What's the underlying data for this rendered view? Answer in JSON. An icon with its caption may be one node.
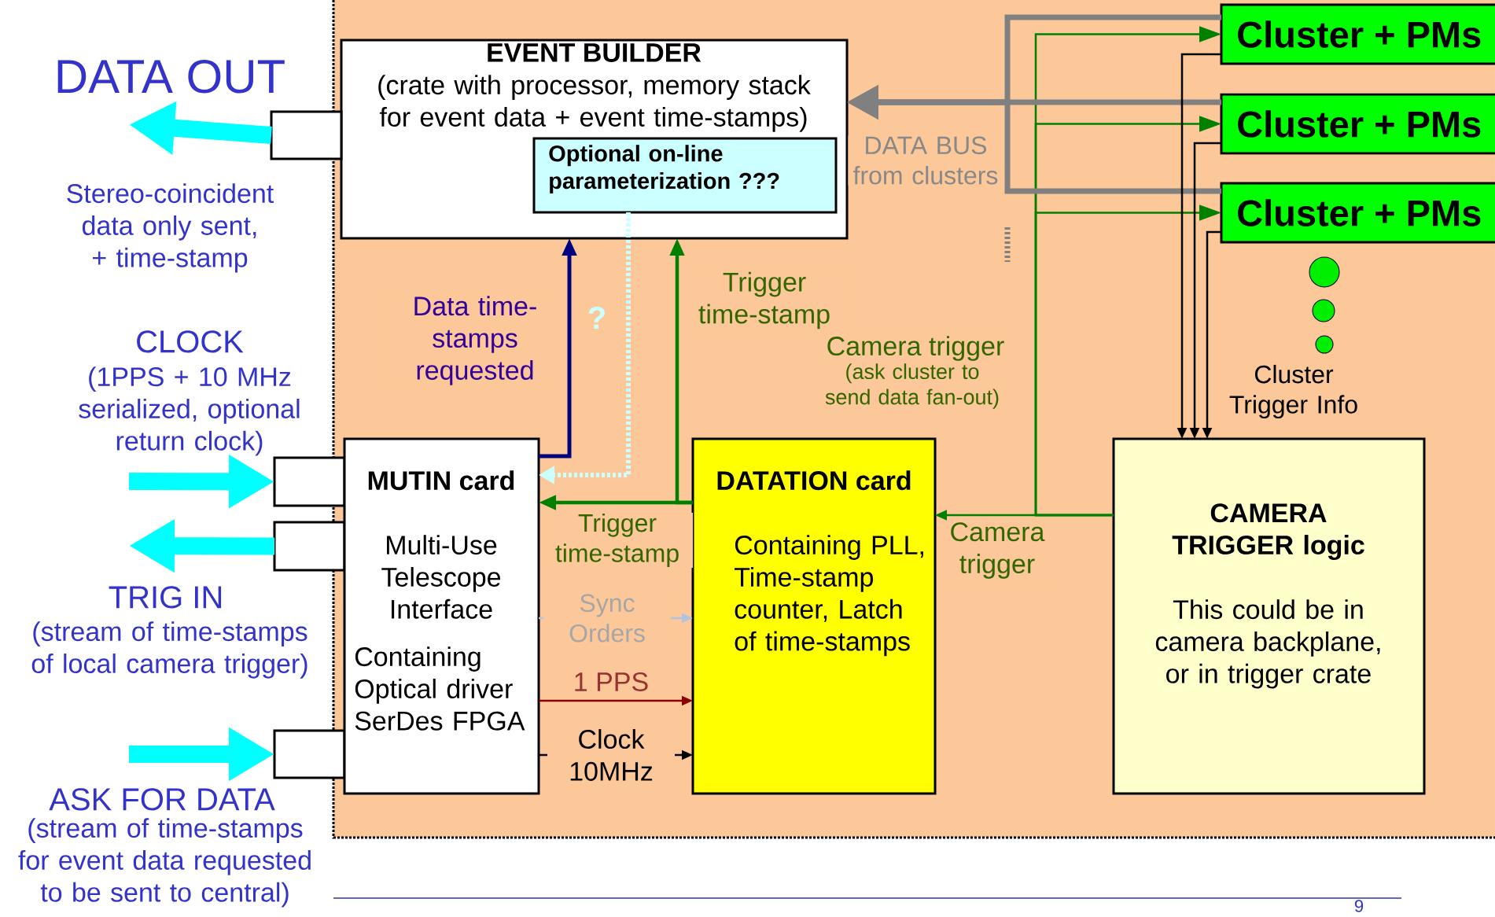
{
  "diagram": {
    "nodes": [
      {
        "text": [
          "EVENT BUILDER",
          "(crate with processor, memory stack for event data + event time-stamps)"
        ]
      },
      {
        "text": [
          "Optional on-line parameterization ???"
        ],
        "in": 0
      },
      {
        "text": [],
        "shape": "box"
      },
      {
        "text": [],
        "shape": "box"
      },
      {
        "text": [],
        "shape": "box"
      },
      {
        "text": [],
        "shape": "box"
      },
      {
        "text": [
          "MUTIN card",
          "Multi-Use Telescope Interface",
          "Containing Optical driver SerDes FPGA"
        ]
      },
      {
        "text": [
          "DATATION card",
          "Containing PLL, Time-stamp counter, Latch of time-stamps"
        ]
      },
      {
        "text": [
          "Cluster + PMs"
        ]
      },
      {
        "text": [
          "Cluster + PMs"
        ]
      },
      {
        "text": [
          "Cluster + PMs"
        ]
      },
      {
        "text": [
          "CAMERA TRIGGER logic",
          "This could be in camera backplane, or in trigger crate"
        ]
      },
      {
        "text": [
          "DATA OUT"
        ]
      }
    ],
    "edges": [
      {
        "from": 2,
        "to": 12,
        "arrow": "to",
        "style": "thick",
        "color": "#00ffff"
      },
      {
        "from": null,
        "to": 3,
        "arrow": "to",
        "style": "thick",
        "color": "#00ffff"
      },
      {
        "from": 4,
        "to": null,
        "arrow": "to",
        "style": "thick",
        "color": "#00ffff"
      },
      {
        "from": null,
        "to": 5,
        "arrow": "to",
        "style": "thick",
        "color": "#00ffff"
      },
      {
        "from": 6,
        "to": 0,
        "arrow": "to",
        "label": "Data time-stamps requested",
        "color": "#000080"
      },
      {
        "from": 1,
        "to": 6,
        "arrow": "to",
        "label": "?",
        "style": "dashed",
        "color": "#ccffff"
      },
      {
        "from": 7,
        "to": 0,
        "arrow": "to",
        "label": "Trigger time-stamp"
      },
      {
        "from": 7,
        "to": 6,
        "arrow": "to",
        "label": "Trigger time-stamp"
      },
      {
        "from": 6,
        "to": 7,
        "arrow": "to",
        "label": "Sync Orders",
        "color": "#b0c4de"
      },
      {
        "from": 6,
        "to": 7,
        "arrow": "to",
        "label": "1 PPS",
        "color": "#8b0000"
      },
      {
        "from": 6,
        "to": 7,
        "arrow": "to",
        "label": "Clock 10MHz",
        "color": "#000000"
      },
      {
        "from": 11,
        "to": 7,
        "arrow": "to",
        "label": "Camera trigger"
      },
      {
        "from": 11,
        "to": 8,
        "arrow": "to",
        "label": "Camera trigger"
      },
      {
        "from": 11,
        "to": 9,
        "arrow": "to"
      },
      {
        "from": 11,
        "to": 10,
        "arrow": "to"
      },
      {
        "from": 8,
        "to": 0,
        "arrow": "to",
        "color": "#808080"
      },
      {
        "from": 9,
        "to": 0,
        "arrow": "to",
        "label": "DATA BUS from clusters",
        "color": "#808080"
      },
      {
        "from": 10,
        "to": 0,
        "arrow": "to",
        "color": "#808080"
      },
      {
        "from": 8,
        "to": 11,
        "arrow": "to",
        "color": "#000000"
      },
      {
        "from": 9,
        "to": 11,
        "arrow": "to",
        "color": "#000000"
      },
      {
        "from": 10,
        "to": 11,
        "arrow": "to",
        "label": "Cluster Trigger Info",
        "color": "#000000"
      }
    ],
    "labels": [
      "Stereo-coincident data only sent, + time-stamp",
      "CLOCK",
      "(1PPS + 10 MHz serialized, optional return clock)",
      "TRIG IN",
      "(stream of time-stamps of local camera trigger)",
      "ASK FOR DATA",
      "(stream of time-stamps for event data requested to be sent to central)",
      "(ask cluster to send data fan-out)",
      "9"
    ]
  }
}
